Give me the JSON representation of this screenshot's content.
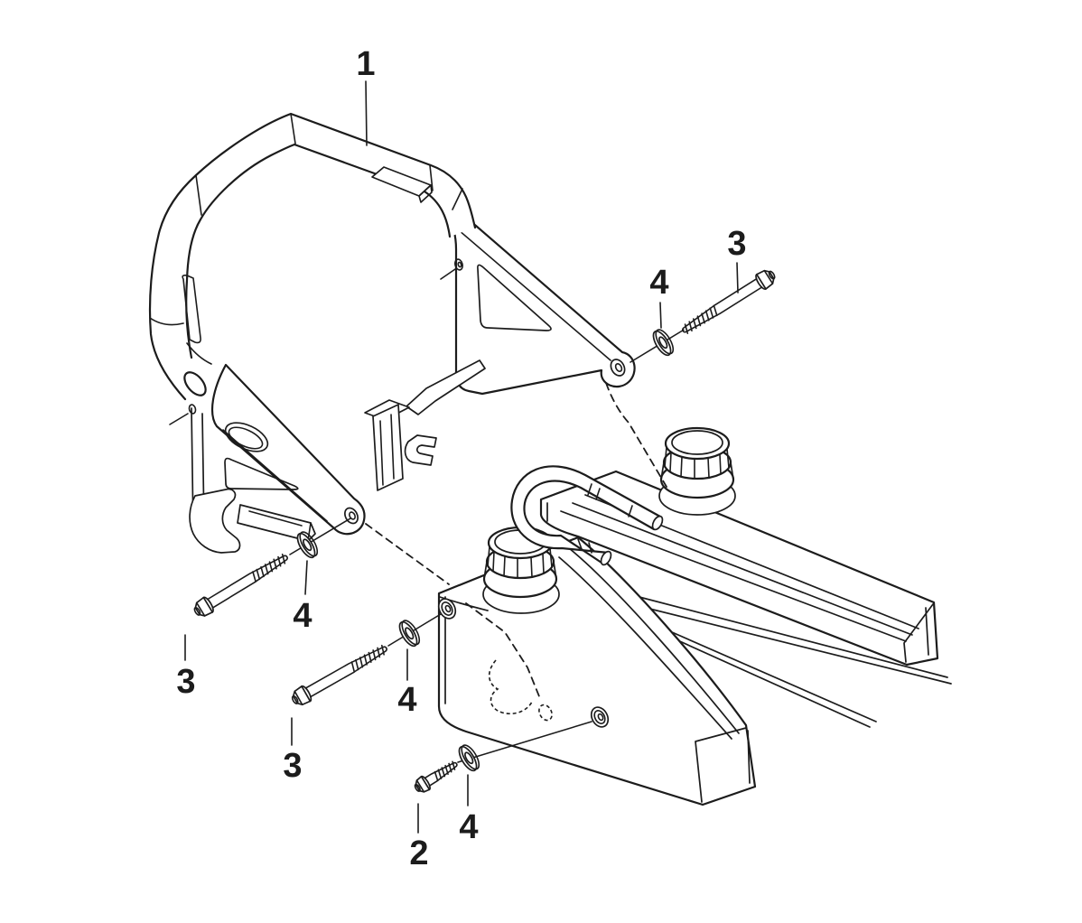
{
  "figure": {
    "type": "exploded-parts-diagram",
    "colors": {
      "line": "#1c1c1c",
      "background": "#ffffff"
    },
    "callouts": [
      {
        "id": "frame-handle",
        "text": "1"
      },
      {
        "id": "bolt-upper-right",
        "text": "3"
      },
      {
        "id": "washer-upper-right",
        "text": "4"
      },
      {
        "id": "washer-left",
        "text": "4"
      },
      {
        "id": "bolt-left",
        "text": "3"
      },
      {
        "id": "washer-center",
        "text": "4"
      },
      {
        "id": "bolt-center",
        "text": "3"
      },
      {
        "id": "washer-bottom",
        "text": "4"
      },
      {
        "id": "bolt-bottom",
        "text": "2"
      }
    ]
  }
}
